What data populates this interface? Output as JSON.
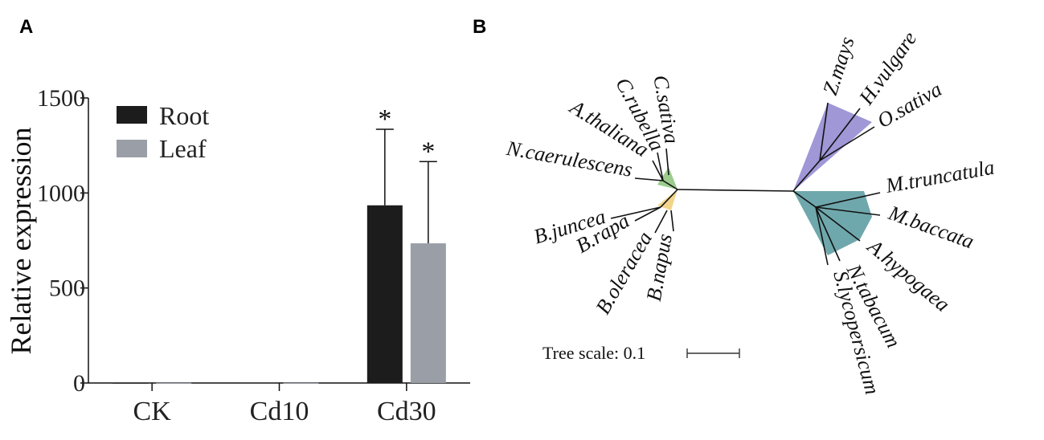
{
  "panels": {
    "a_label": "A",
    "b_label": "B"
  },
  "chart_data": {
    "type": "bar",
    "ylabel": "Relative expression",
    "xlabel": "",
    "ylim": [
      0,
      1500
    ],
    "yticks": [
      0,
      500,
      1000,
      1500
    ],
    "categories": [
      "CK",
      "Cd10",
      "Cd30"
    ],
    "series": [
      {
        "name": "Root",
        "color": "#1c1c1c",
        "values": [
          1,
          2,
          935
        ],
        "errors": [
          0,
          0,
          400
        ],
        "significant": [
          false,
          false,
          true
        ]
      },
      {
        "name": "Leaf",
        "color": "#9a9ea6",
        "values": [
          1,
          1,
          735
        ],
        "errors": [
          0,
          0,
          430
        ],
        "significant": [
          false,
          false,
          true
        ]
      }
    ],
    "significance_marker": "*",
    "legend_position": "top-left"
  },
  "tree": {
    "scale_label": "Tree scale: 0.1",
    "group_colors": {
      "monocots": "#9f97d6",
      "dicots": "#6fa8ac",
      "brassica_b": "#f2d48b",
      "brassica_a": "#9ccc8e"
    },
    "taxa": [
      "Z.mays",
      "H.vulgare",
      "O.sativa",
      "M.truncatula",
      "M.baccata",
      "A.hypogaea",
      "N.tabacum",
      "S.lycopersicum",
      "C.sativa",
      "C.rubella",
      "A.thaliana",
      "N.caerulescens",
      "B.juncea",
      "B.rapa",
      "B.oleracea",
      "B.napus"
    ]
  }
}
